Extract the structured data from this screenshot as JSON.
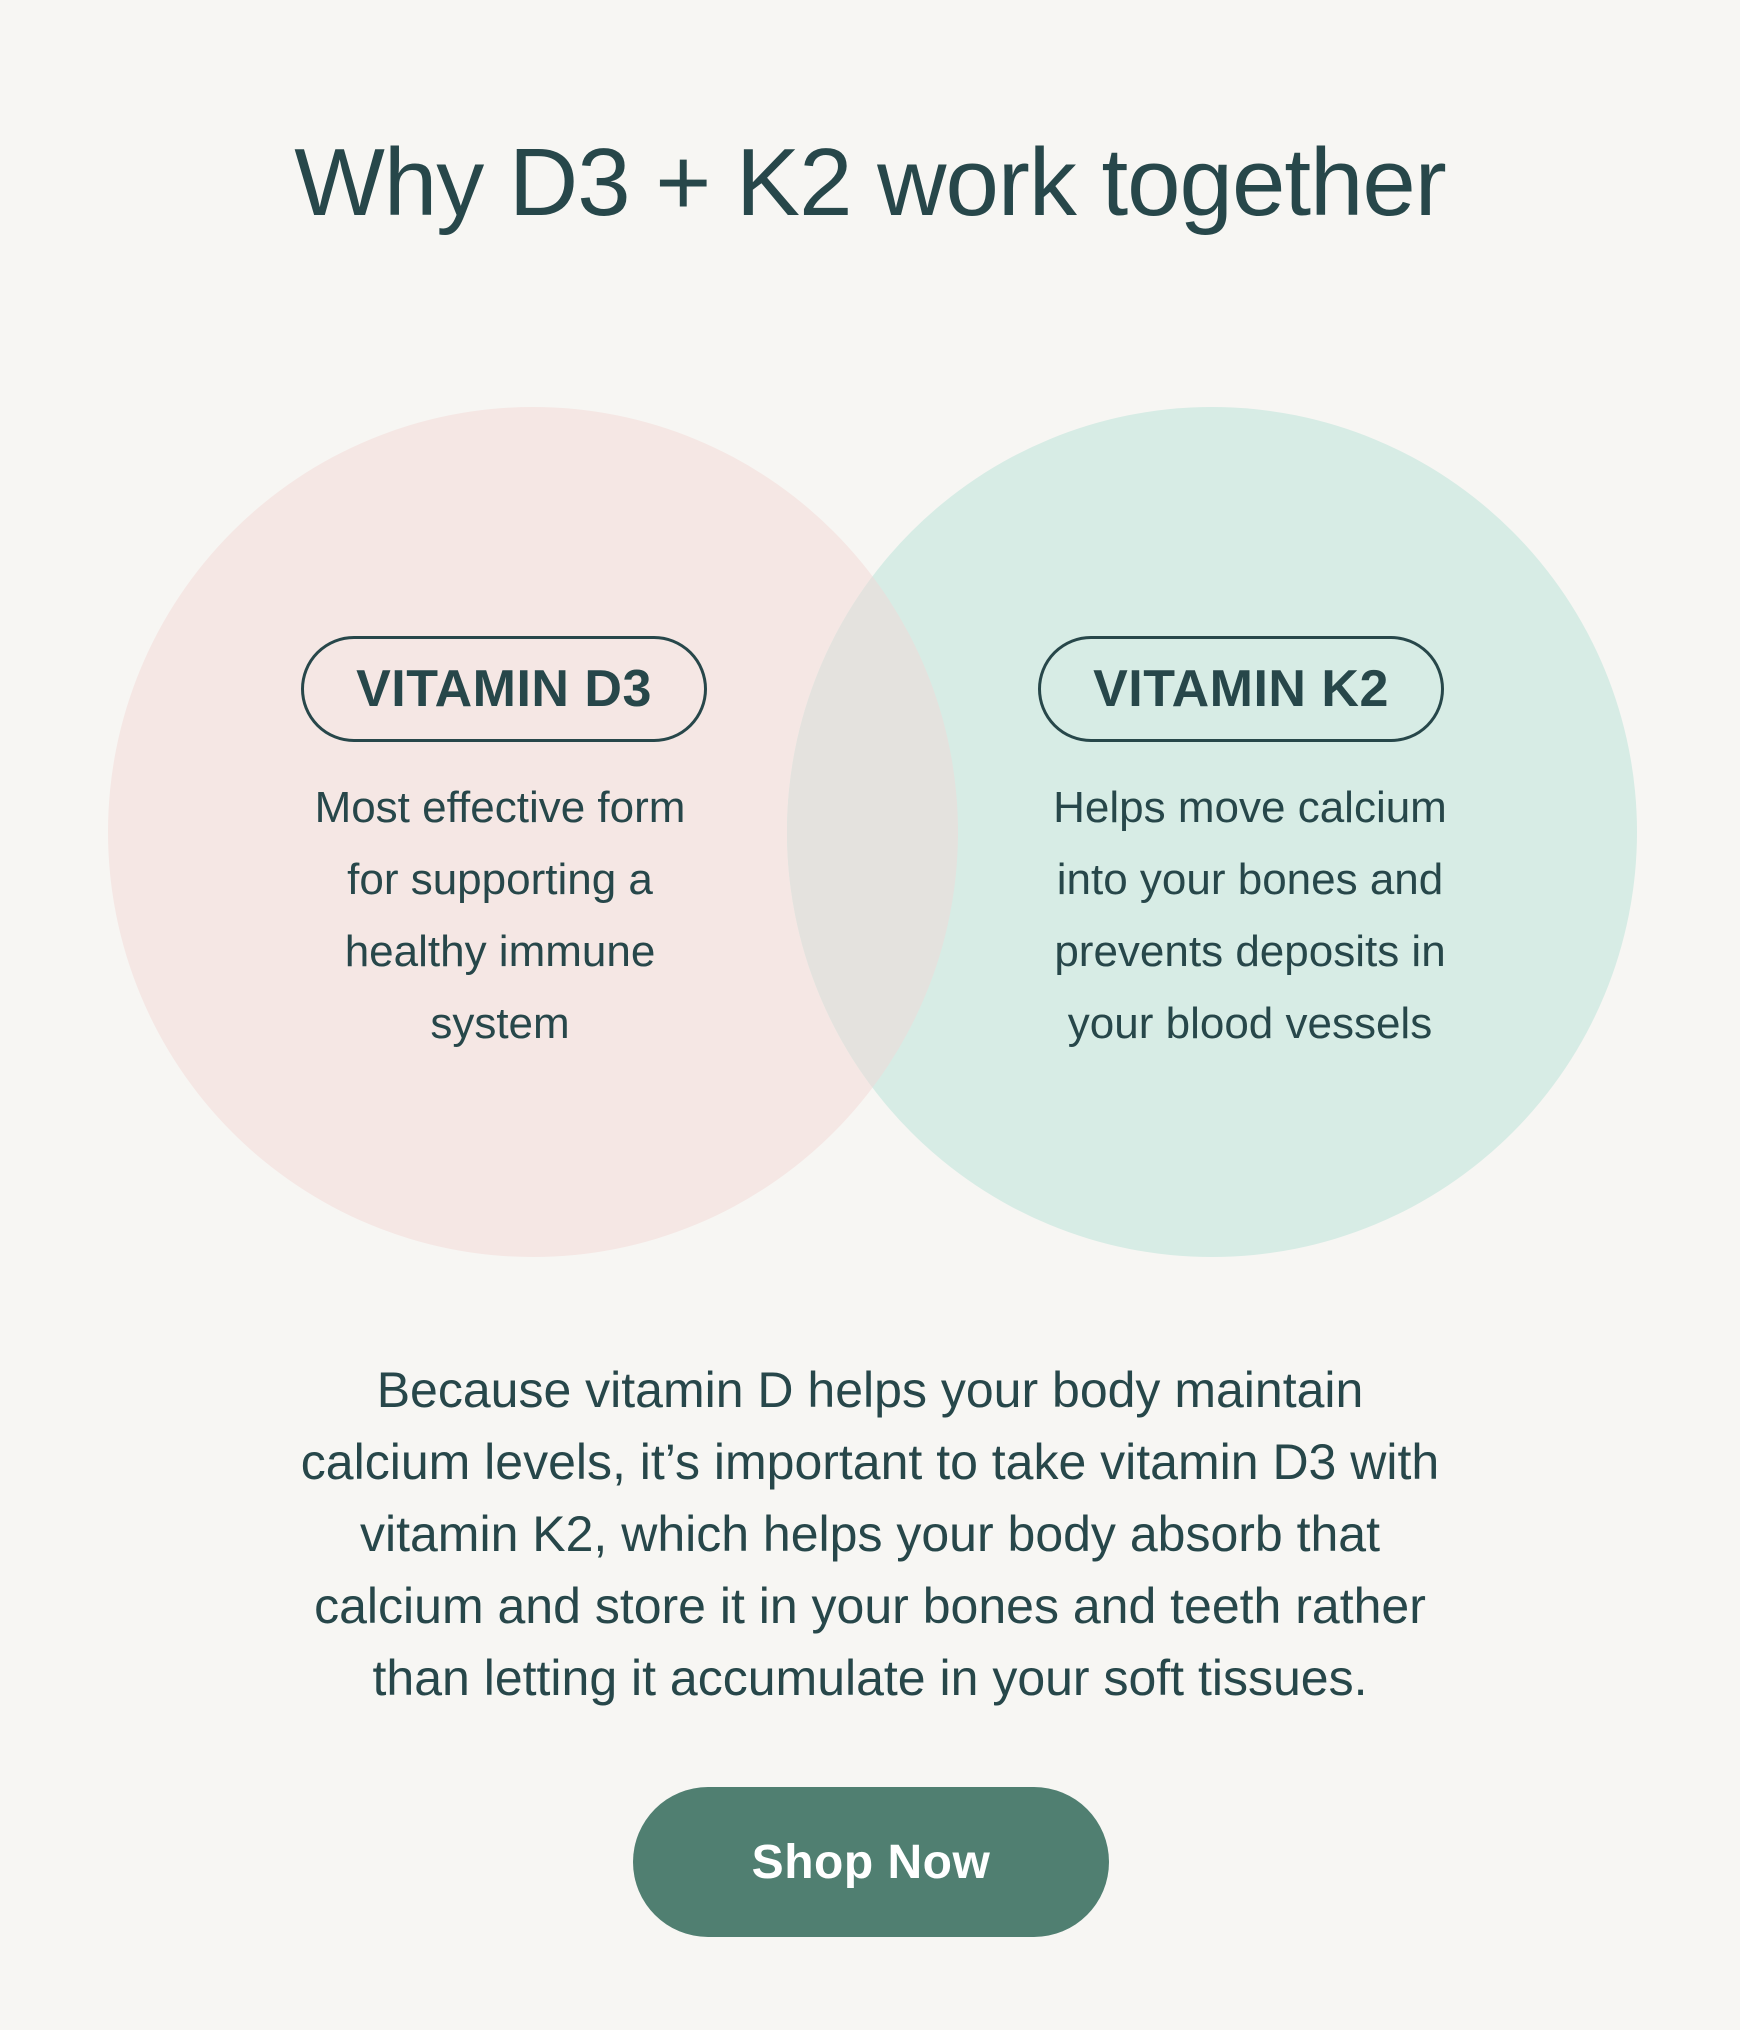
{
  "header": {
    "title": "Why D3 + K2 work together"
  },
  "venn": {
    "left": {
      "label": "VITAMIN D3",
      "color": "#F5E7E4",
      "description_lines": [
        "Most effective form",
        "for supporting a",
        "healthy immune",
        "system"
      ]
    },
    "right": {
      "label": "VITAMIN K2",
      "color": "#D7ECE5",
      "description_lines": [
        "Helps move calcium",
        "into your bones and",
        "prevents deposits in",
        "your blood vessels"
      ]
    },
    "overlap_color": "#E4E2DE"
  },
  "body": {
    "lines": [
      "Because vitamin D helps your body maintain",
      "calcium levels, it’s important to take vitamin D3 with",
      "vitamin K2, which helps your body absorb that",
      "calcium and store it in your bones and teeth rather",
      "than letting it accumulate in your soft tissues."
    ]
  },
  "cta": {
    "label": "Shop Now",
    "color": "#507F71"
  },
  "colors": {
    "background": "#F7F6F3",
    "text": "#27474A"
  }
}
